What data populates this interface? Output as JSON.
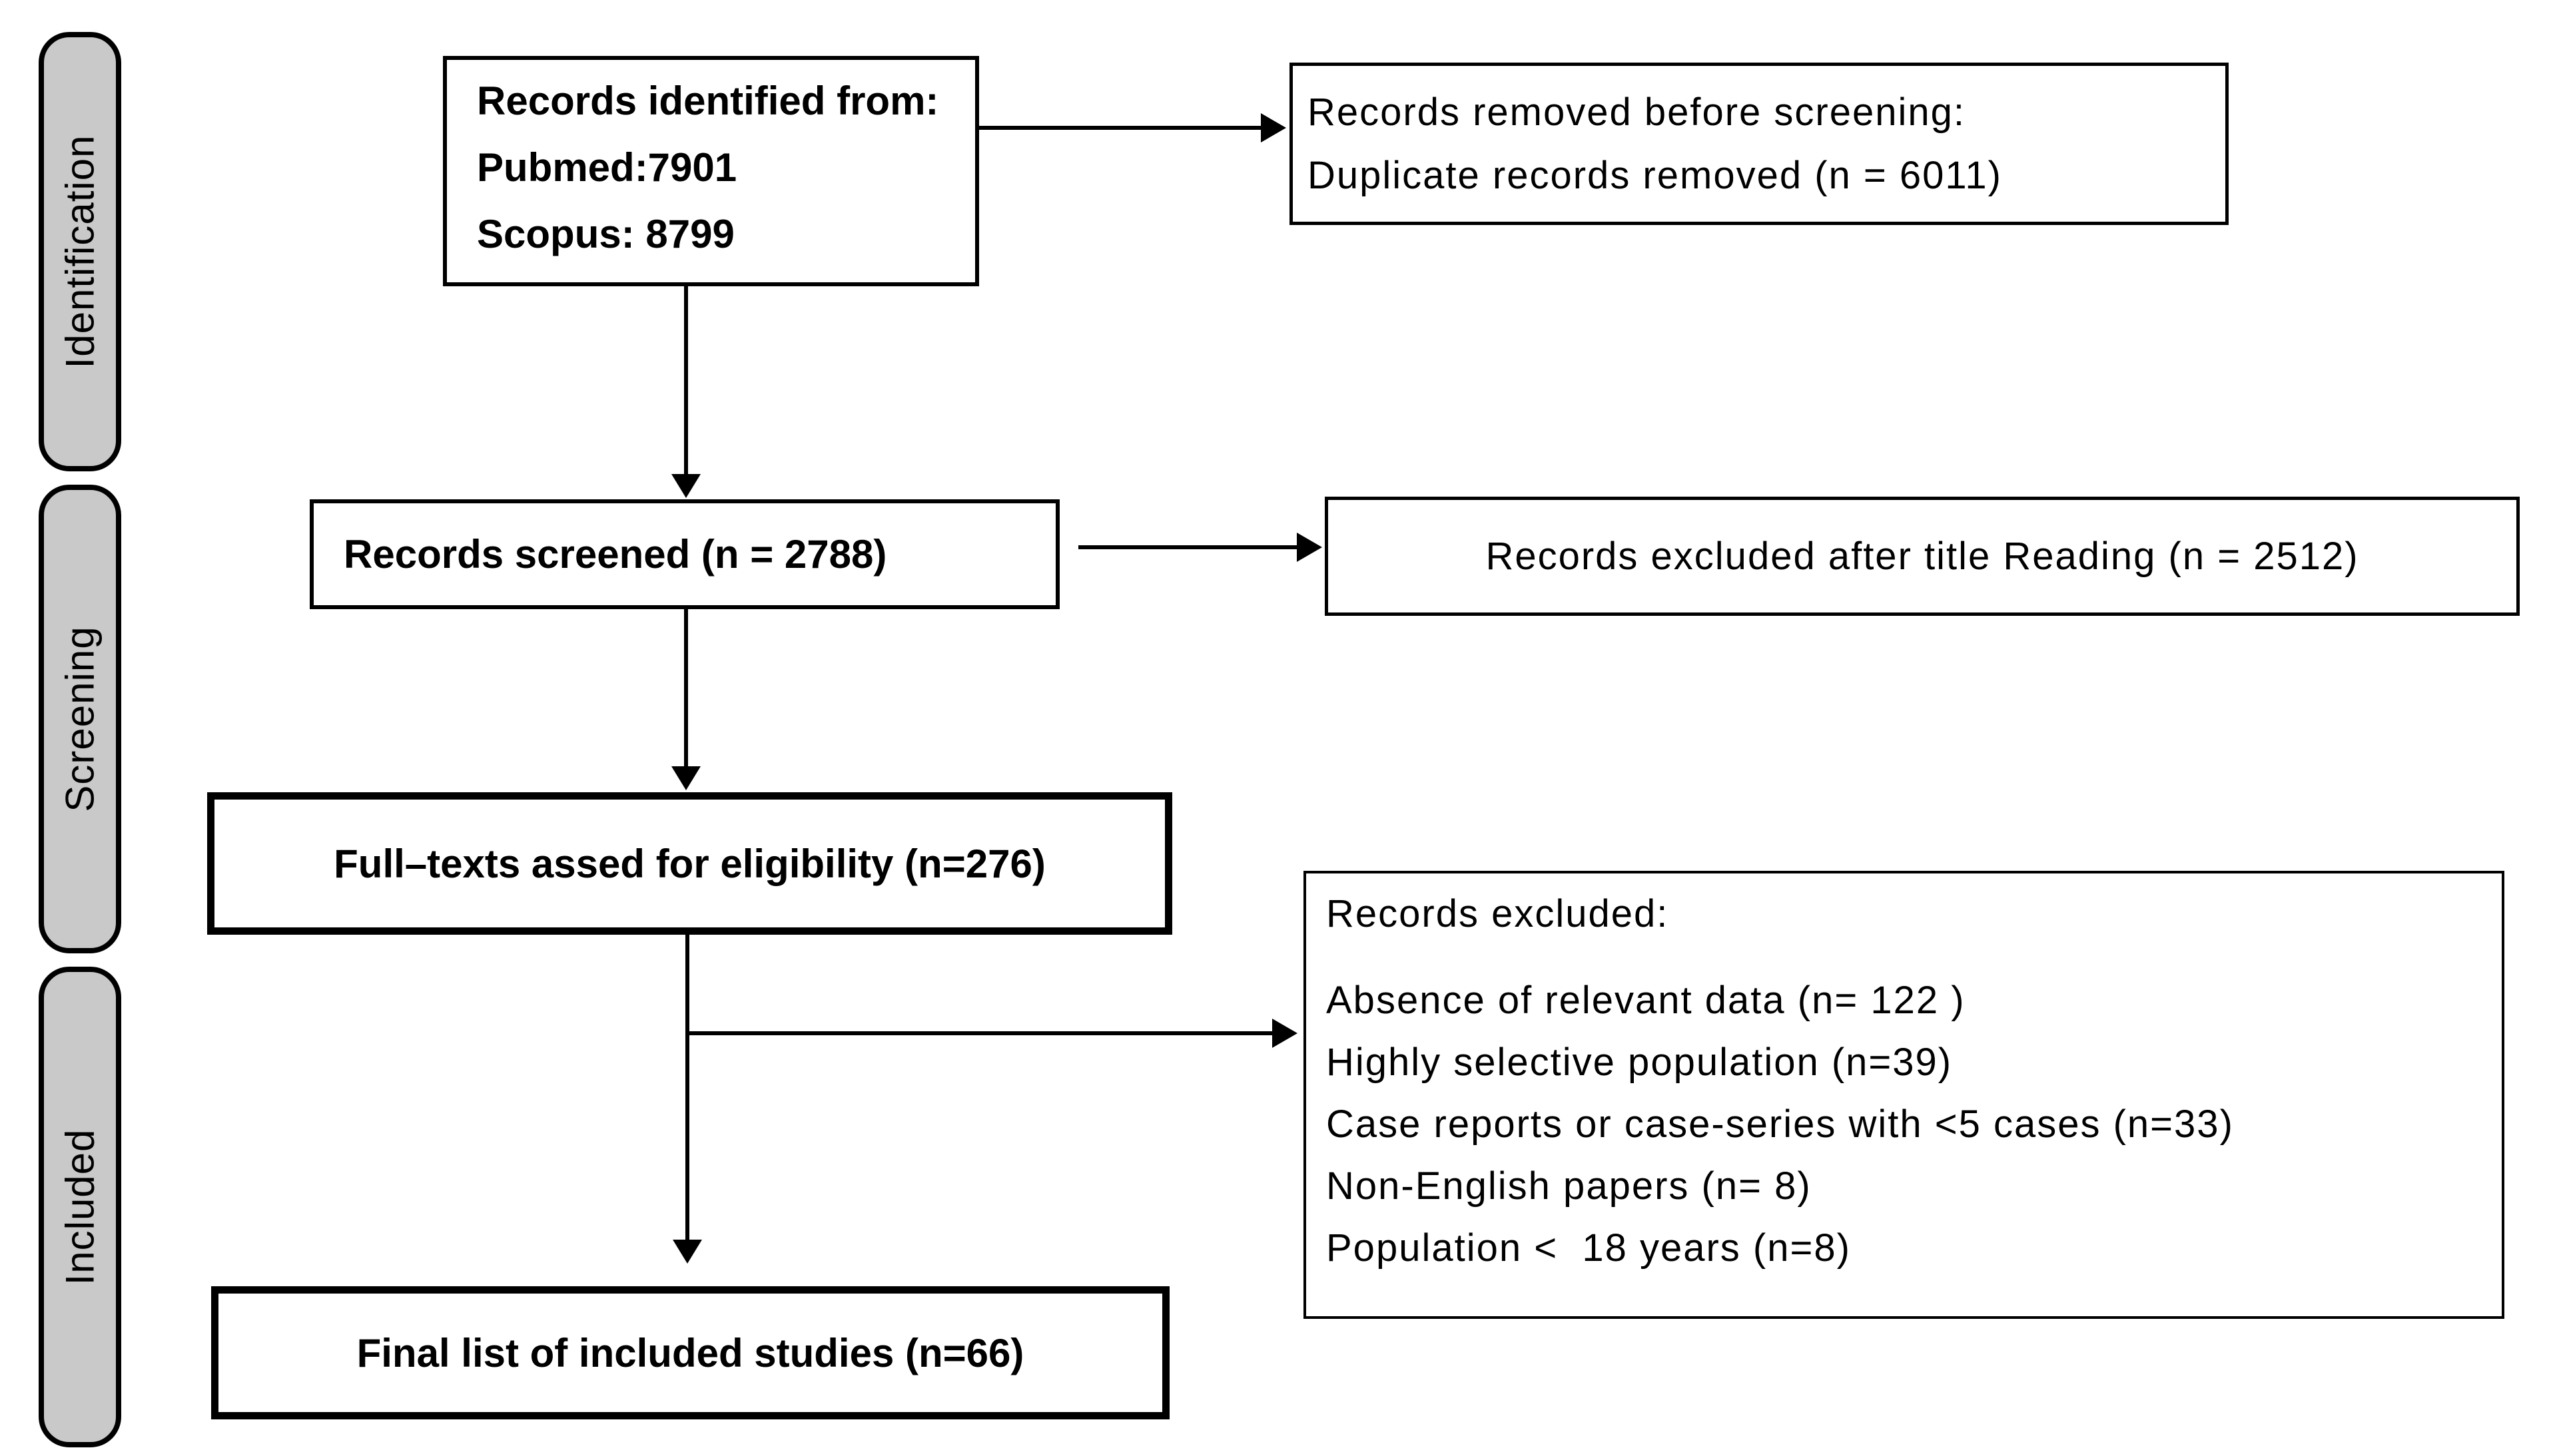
{
  "diagram_title": "PRISMA study selection flow diagram",
  "colors": {
    "stage_fill": "#C9C9C9",
    "line_color": "#000000",
    "background": "#FFFFFF"
  },
  "stages": {
    "identification": "Identification",
    "screening": "Screening",
    "included": "Included"
  },
  "boxes": {
    "identified": {
      "line1": "Records identified from:",
      "line2": "Pubmed:7901",
      "line3": "Scopus: 8799",
      "counts": {
        "pubmed": 7901,
        "scopus": 8799
      }
    },
    "removed_before_screening": {
      "line1": "Records removed before screening:",
      "line2": "Duplicate records removed (n = 6011)",
      "count": 6011
    },
    "screened": {
      "text": "Records screened (n = 2788)",
      "count": 2788
    },
    "excluded_after_title": {
      "text": "Records excluded after title Reading (n = 2512)",
      "count": 2512
    },
    "fulltext_assessed": {
      "text": "Full–texts assed for eligibility (n=276)",
      "count": 276
    },
    "excluded_reasons": {
      "title": "Records excluded:",
      "reasons": [
        "Absence of relevant data (n= 122 )",
        "Highly selective population (n=39)",
        "Case reports or case-series with <5 cases (n=33)",
        "Non-English papers (n= 8)",
        "Population <  18 years (n=8)"
      ],
      "counts": [
        122,
        39,
        33,
        8,
        8
      ]
    },
    "final_included": {
      "text": "Final list of included studies (n=66)",
      "count": 66
    }
  }
}
